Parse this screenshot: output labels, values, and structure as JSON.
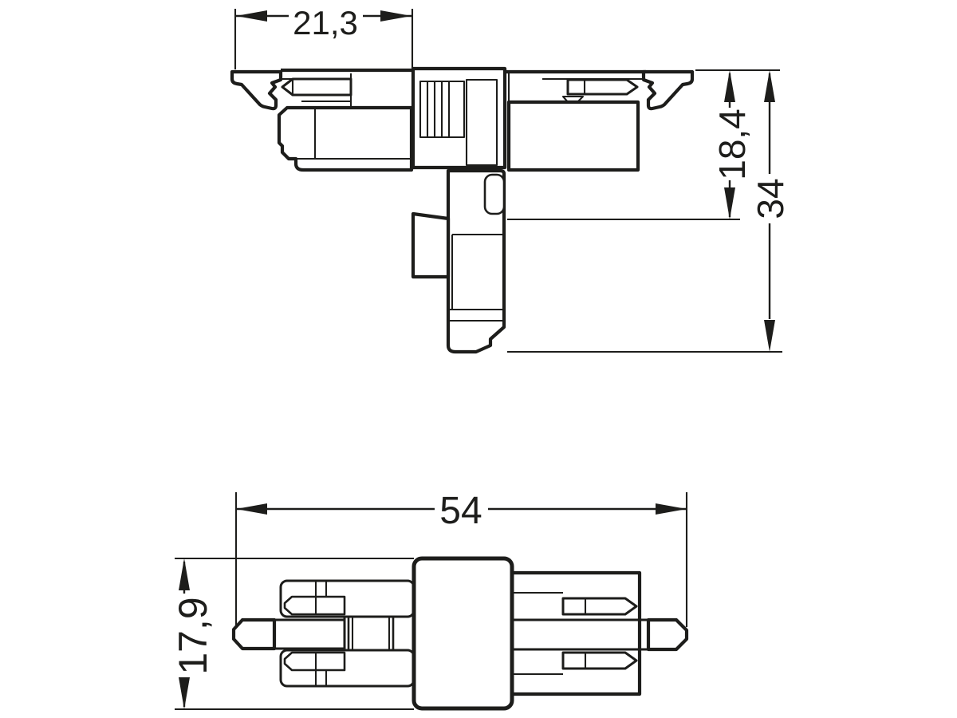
{
  "drawing": {
    "type": "technical-dimensional-drawing",
    "line_color": "#1d1d1b",
    "background_color": "#ffffff"
  },
  "views": {
    "side_view": {
      "name": "connector-side-view",
      "dims": {
        "width": {
          "label": "21,3",
          "value": 21.3
        },
        "upper_height": {
          "label": "18,4",
          "value": 18.4
        },
        "total_height": {
          "label": "34",
          "value": 34
        }
      }
    },
    "plan_view": {
      "name": "connector-plan-view",
      "dims": {
        "width": {
          "label": "54",
          "value": 54
        },
        "height": {
          "label": "17,9",
          "value": 17.9
        }
      }
    }
  }
}
